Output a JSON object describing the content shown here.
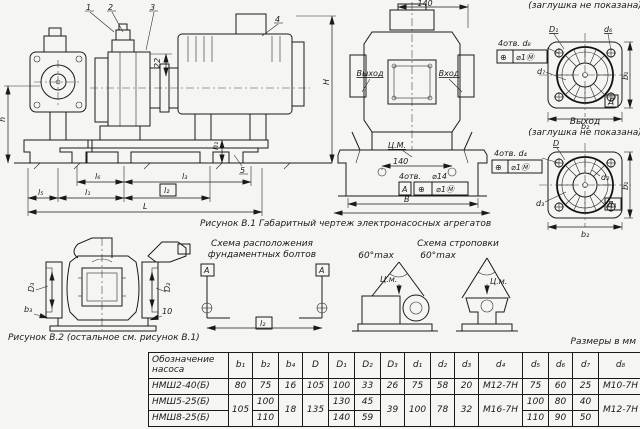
{
  "figure1": {
    "caption": "Рисунок В.1 Габаритный чертеж электронасосных агрегатов",
    "callout1": "1",
    "callout2": "2",
    "callout3": "3",
    "callout4": "4",
    "callout5": "5",
    "dim22": "22",
    "dimH": "H",
    "dimh": "h",
    "dimh1": "h₁",
    "dim_l5": "l₅",
    "dim_l6": "l₆",
    "dim_l1": "l₁",
    "dim_l2": "l₂",
    "dim_l3": "l₃",
    "dim_L": "L",
    "top140": "140",
    "outlet": "Выход",
    "inlet": "Вход",
    "center_mass": "Ц.М.",
    "base140": "140",
    "holes_note": "4отв.",
    "dia14": "⌀14",
    "datumA": "А",
    "pos_tol": "⌀1Ⓜ",
    "pos_sym": "⊕",
    "dimB": "В"
  },
  "flange_top": {
    "title": "(заглушка не показана)",
    "D1": "D₁",
    "d6": "d₆",
    "holes": "4отв. d₈",
    "pos_sym": "⊕",
    "pos_tol": "⌀1Ⓜ",
    "d7": "d₇",
    "b1": "b₁",
    "b2": "b₂",
    "view_letter": "Д"
  },
  "flange_bottom": {
    "title1": "Выход",
    "title2": "(заглушка не показана)",
    "D": "D",
    "d2": "d₂",
    "holes": "4отв. d₄",
    "pos_sym": "⊕",
    "pos_tol": "⌀1Ⓜ",
    "d3": "d₃",
    "b1": "b₁",
    "b2": "b₂",
    "view_letter": "Д₁"
  },
  "figure2": {
    "caption": "Рисунок В.2 (остальное см. рисунок В.1)",
    "D3": "D₃",
    "D2": "D₂",
    "b3": "b₃",
    "ten": "10"
  },
  "bolt_schema": {
    "title1": "Схема расположения",
    "title2": "фундаментных болтов",
    "datum_left": "А",
    "datum_right": "А",
    "dim_l2": "l₂"
  },
  "sling_schema": {
    "title": "Схема строповки",
    "angle_left": "60°max",
    "angle_right": "60°max",
    "cm_left": "Ц.м.",
    "cm_right": "Ц.м."
  },
  "table": {
    "units_note": "Размеры в мм",
    "name_header1": "Обозначение",
    "name_header2": "насоса",
    "columns": [
      "b₁",
      "b₂",
      "b₄",
      "D",
      "D₁",
      "D₂",
      "D₃",
      "d₁",
      "d₂",
      "d₃",
      "d₄",
      "d₅",
      "d₆",
      "d₇",
      "d₈"
    ],
    "rows": [
      {
        "name": "НМШ2-40(Б)",
        "b1": "80",
        "b2": "75",
        "b4": "16",
        "D": "105",
        "D1": "100",
        "D2": "33",
        "D3": "26",
        "d1": "75",
        "d2": "58",
        "d3": "20",
        "d4": "М12-7Н",
        "d5": "75",
        "d6": "60",
        "d7": "25",
        "d8": "М10-7Н"
      },
      {
        "name": "НМШ5-25(Б)",
        "b1": "105",
        "b2": "100",
        "b4": "18",
        "D": "135",
        "D1": "130",
        "D2": "45",
        "D3": "39",
        "d1": "100",
        "d2": "78",
        "d3": "32",
        "d4": "М16-7Н",
        "d5": "100",
        "d6": "80",
        "d7": "40",
        "d8": "М12-7Н"
      },
      {
        "name": "НМШ8-25(Б)",
        "b2": "110",
        "D1": "140",
        "D2": "59",
        "d5": "110",
        "d6": "90",
        "d7": "50"
      }
    ]
  }
}
